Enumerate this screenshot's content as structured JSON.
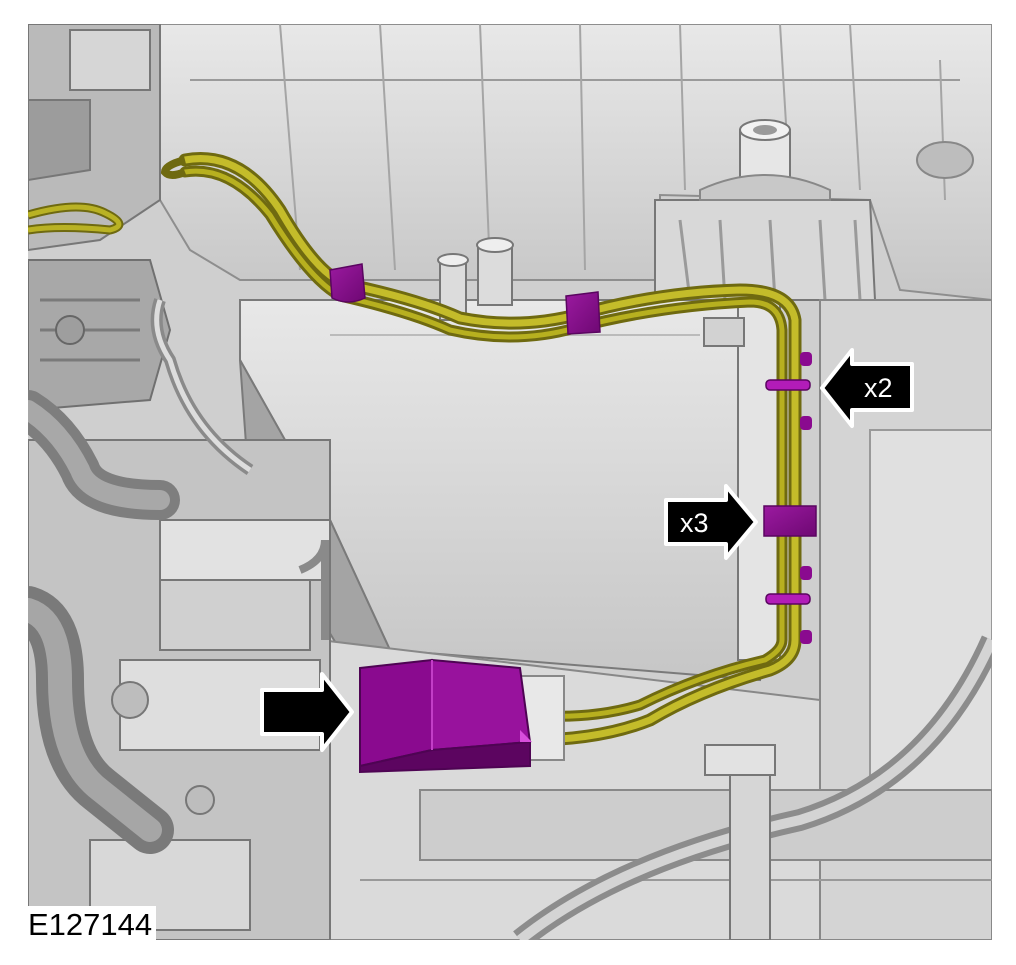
{
  "figure_id": "E127144",
  "callouts": {
    "clips_count": "x2",
    "retainers_count": "x3"
  },
  "colors": {
    "harness": "#a9a21a",
    "highlight": "#8a0a8f",
    "component_light": "#dcdcdc",
    "component_mid": "#bcbcbc",
    "component_dark": "#8e8e8e",
    "outline": "#555555",
    "arrow": "#000000"
  }
}
